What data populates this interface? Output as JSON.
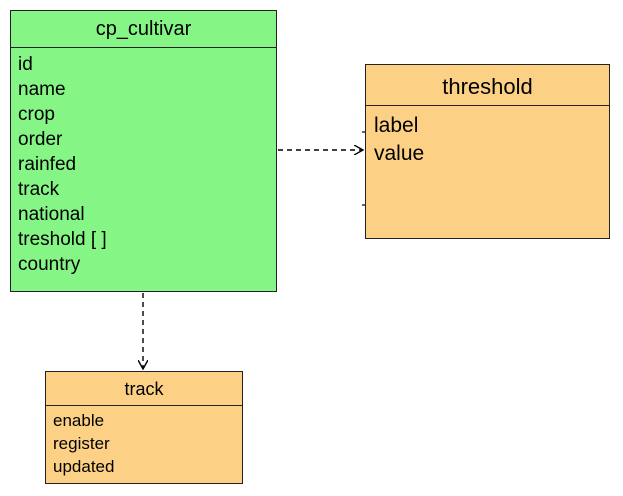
{
  "diagram": {
    "entities": {
      "cp_cultivar": {
        "title": "cp_cultivar",
        "fields": [
          "id",
          "name",
          "crop",
          "order",
          "rainfed",
          "track",
          "national",
          "treshold [  ]",
          "country"
        ]
      },
      "threshold": {
        "title": "threshold",
        "fields": [
          "label",
          "value"
        ]
      },
      "track": {
        "title": "track",
        "fields": [
          "enable",
          "register",
          "updated"
        ]
      }
    },
    "colors": {
      "main_entity": "#85f585",
      "related_entity": "#fdd185",
      "border": "#222222"
    }
  }
}
